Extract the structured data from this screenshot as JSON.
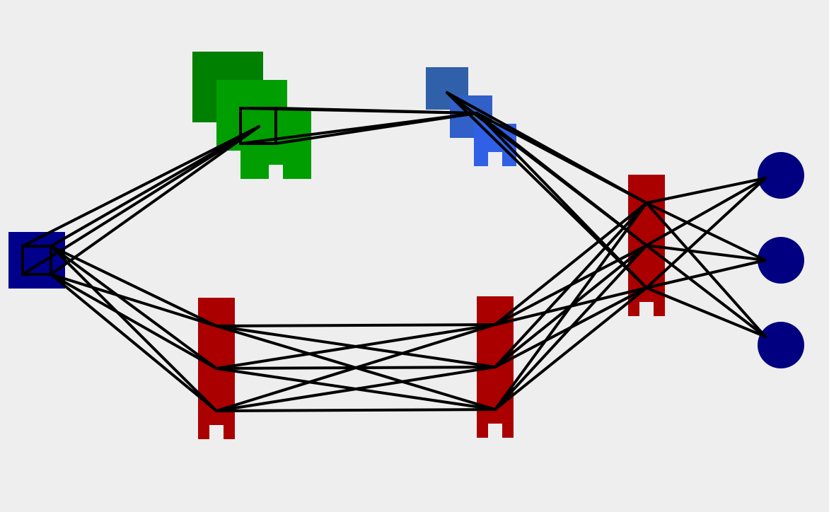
{
  "diagram": {
    "type": "neural-network-architecture",
    "colors": {
      "background": "#eeeeef",
      "input_block": "#00008b",
      "green_dark": "#008000",
      "green_light": "#009e00",
      "blue_1": "#3060aa",
      "blue_2": "#3060c8",
      "blue_3": "#3060e6",
      "red": "#aa0000",
      "output_node": "#000080",
      "edge": "#000000"
    },
    "nodes": [
      {
        "id": "input",
        "kind": "square",
        "color": "input_block"
      },
      {
        "id": "green-stack",
        "kind": "stacked-squares",
        "layers": 2
      },
      {
        "id": "blue-stack",
        "kind": "stacked-squares",
        "layers": 3
      },
      {
        "id": "red-lower-left",
        "kind": "bar",
        "color": "red"
      },
      {
        "id": "red-lower-right",
        "kind": "bar",
        "color": "red"
      },
      {
        "id": "red-right",
        "kind": "bar",
        "color": "red"
      },
      {
        "id": "output-1",
        "kind": "circle",
        "color": "output_node"
      },
      {
        "id": "output-2",
        "kind": "circle",
        "color": "output_node"
      },
      {
        "id": "output-3",
        "kind": "circle",
        "color": "output_node"
      }
    ]
  }
}
